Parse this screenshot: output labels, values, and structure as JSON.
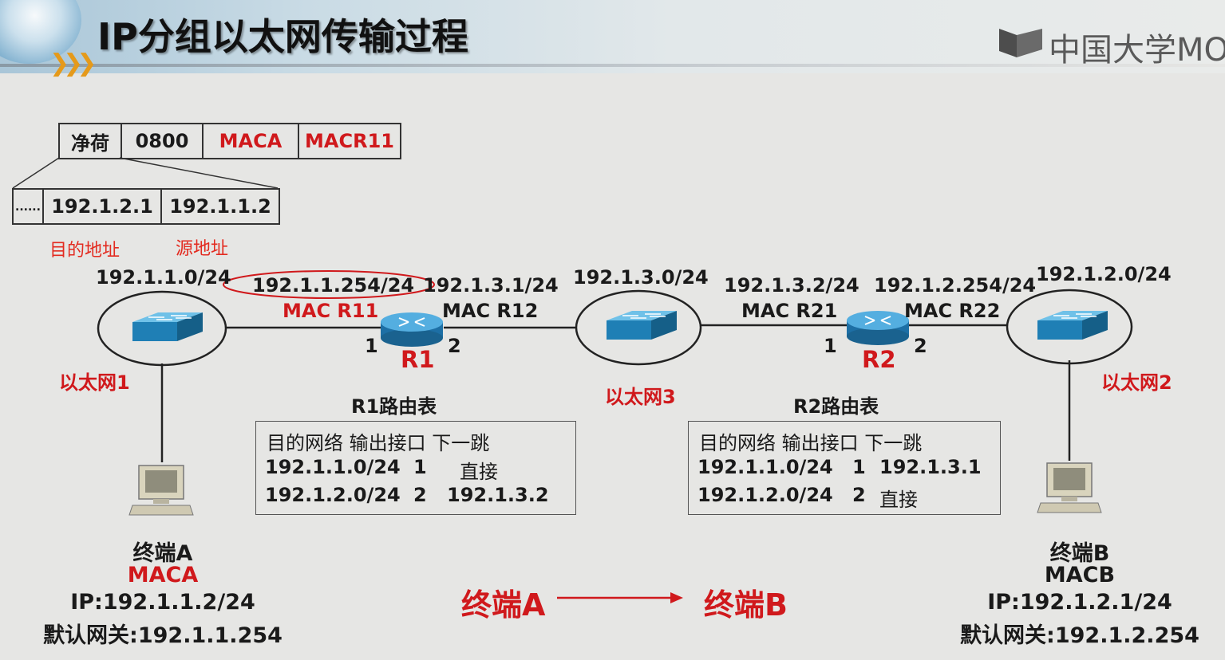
{
  "header": {
    "title": "IP分组以太网传输过程",
    "logo_text": "中国大学MOO"
  },
  "frame": {
    "payload": "净荷",
    "type": "0800",
    "dst_mac": "MACA",
    "src_mac": "MACR11",
    "ellipsis": "......",
    "dst_ip": "192.1.2.1",
    "src_ip": "192.1.1.2",
    "dst_note": "目的地址",
    "src_note": "源地址"
  },
  "networks": {
    "net1": {
      "prefix": "192.1.1.0/24",
      "label": "以太网1"
    },
    "net3": {
      "prefix": "192.1.3.0/24",
      "label": "以太网3"
    },
    "net2": {
      "prefix": "192.1.2.0/24",
      "label": "以太网2"
    }
  },
  "r1": {
    "name": "R1",
    "if1_ip": "192.1.1.254/24",
    "if1_mac": "MAC R11",
    "if2_ip": "192.1.3.1/24",
    "if2_mac": "MAC R12",
    "port1": "1",
    "port2": "2",
    "table_title": "R1路由表",
    "table_header": "目的网络  输出接口 下一跳",
    "rows": [
      {
        "net": "192.1.1.0/24",
        "port": "1",
        "next": "直接"
      },
      {
        "net": "192.1.2.0/24",
        "port": "2",
        "next": "192.1.3.2"
      }
    ]
  },
  "r2": {
    "name": "R2",
    "if1_ip": "192.1.3.2/24",
    "if1_mac": "MAC R21",
    "if2_ip": "192.1.2.254/24",
    "if2_mac": "MAC R22",
    "port1": "1",
    "port2": "2",
    "table_title": "R2路由表",
    "table_header": "目的网络  输出接口 下一跳",
    "rows": [
      {
        "net": "192.1.1.0/24",
        "port": "1",
        "next": "192.1.3.1"
      },
      {
        "net": "192.1.2.0/24",
        "port": "2",
        "next": "直接"
      }
    ]
  },
  "hostA": {
    "name": "终端A",
    "mac": "MACA",
    "ip": "IP:192.1.1.2/24",
    "gateway": "默认网关:192.1.1.254"
  },
  "hostB": {
    "name": "终端B",
    "mac": "MACB",
    "ip": "IP:192.1.2.1/24",
    "gateway": "默认网关:192.1.2.254"
  },
  "flow": {
    "from": "终端A",
    "to": "终端B"
  },
  "colors": {
    "accent_red": "#d0191c",
    "switch_blue": "#2b8fc4",
    "router_blue": "#2e86c0"
  }
}
